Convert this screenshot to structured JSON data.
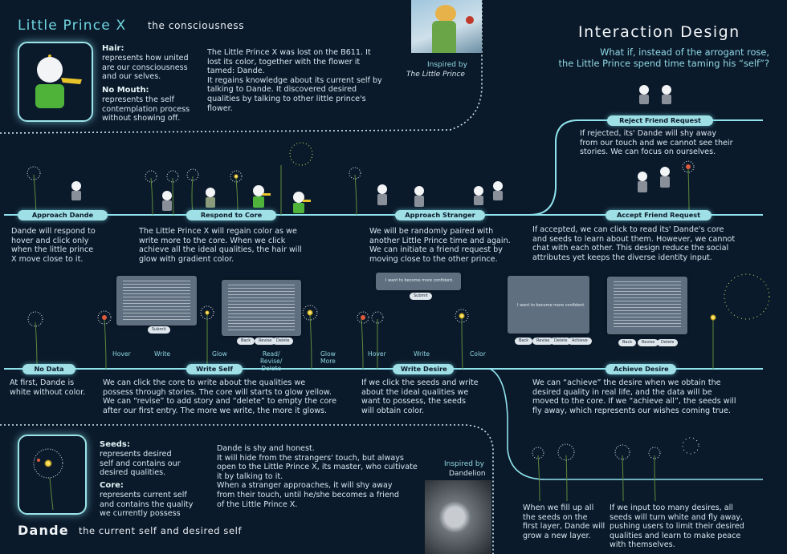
{
  "colors": {
    "bg": "#0b1a2b",
    "accent": "#8fe3ec",
    "title": "#6fd6e0",
    "text": "#d8e4ee"
  },
  "header": {
    "prince_title": "Little Prince X",
    "prince_sub": "the consciousness",
    "hair_label": "Hair:",
    "hair_desc": "represents how united\nare our consciousness\nand our selves.",
    "mouth_label": "No Mouth:",
    "mouth_desc": "represents the self\ncontemplation process\nwithout showing off.",
    "prince_story": "The Little Prince X was lost on the B611. It\nlost its color, together with the flower it\ntamed: Dande.\nIt regains knowledge about its current self by\ntalking to Dande. It discovered desired\nqualities by talking to other little prince's\nflower.",
    "inspired_label": "Inspired by",
    "inspired_source": "The Little Prince",
    "main_title": "Interaction Design",
    "question": "What if, instead of the arrogant rose,\nthe Little Prince spend time taming his “self”?"
  },
  "timeline1": {
    "pills": [
      "Approach Dande",
      "Respond to Core",
      "Approach Stranger",
      "Accept Friend Request",
      "Reject Friend Request"
    ],
    "texts": [
      "Dande will respond to\nhover and click only\nwhen the little prince\nX move close to it.",
      "The Little Prince X will regain color as we\nwrite more to the core. When we click\nachieve all the ideal qualities, the hair will\nglow with gradient color.",
      "We will be randomly paired with\nanother Little Prince time and again.\nWe can initiate a friend request by\nmoving close to the other prince.",
      "If accepted, we can click to read its' Dande's core\nand seeds to learn about them. However, we cannot\nchat with each other. This design reduce the social\nattributes yet keeps the diverse identity input.",
      "If rejected, its' Dande will shy away\nfrom our touch and we cannot see their\nstories. We can focus on ourselves."
    ]
  },
  "timeline2": {
    "pills": [
      "No Data",
      "Write Self",
      "Write Desire",
      "Achieve Desire"
    ],
    "steps": [
      "Hover",
      "Write",
      "Glow",
      "Read/\nRevise/\nDelete",
      "Glow\nMore",
      "Hover",
      "Write",
      "Color"
    ],
    "texts": [
      "At first, Dande is\nwhite without color.",
      "We can click the core to write about the qualities we\npossess through stories. The core will starts to glow yellow.\nWe can “revise” to add story and “delete” to empty the core\nafter our first entry. The more we write, the more it glows.",
      "If we click the seeds and write\nabout the ideal qualities we\nwant to possess, the seeds\nwill obtain color.",
      "We can “achieve” the desire when we obtain the\ndesired quality in real life, and the data will be\nmoved to the core. If we “achieve all”, the seeds will\nfly away, which represents our wishes coming true."
    ],
    "ui": {
      "submit": "Submit",
      "back": "Back",
      "revise": "Revise",
      "delete": "Delete",
      "achieve": "Achieve",
      "pair_prompt": "I want to become more confident.",
      "pair_button": "Submit"
    }
  },
  "footer": {
    "seeds_label": "Seeds:",
    "seeds_desc": "represents desired\nself and contains our\ndesired qualities.",
    "core_label": "Core:",
    "core_desc": "represents current self\nand contains the quality\nwe currently possess",
    "dande_story": "Dande is shy and honest.\nIt will hide from the strangers' touch, but always\nopen to the Little Prince X, its master, who cultivate\nit by talking to it.\nWhen a stranger approaches, it will shy away\nfrom their touch, until he/she becomes a friend\nof the Little Prince X.",
    "inspired_label": "Inspired by",
    "inspired_source": "Dandelion",
    "dande_title": "Dande",
    "dande_sub": "the current self and desired self",
    "layer_text": "When we fill up all\nthe seeds on the\nfirst layer, Dande will\ngrow a new layer.",
    "limit_text": "If we input too many desires, all\nseeds will turn white and fly away,\npushing users to limit their desired\nqualities and learn to make peace\nwith themselves."
  }
}
